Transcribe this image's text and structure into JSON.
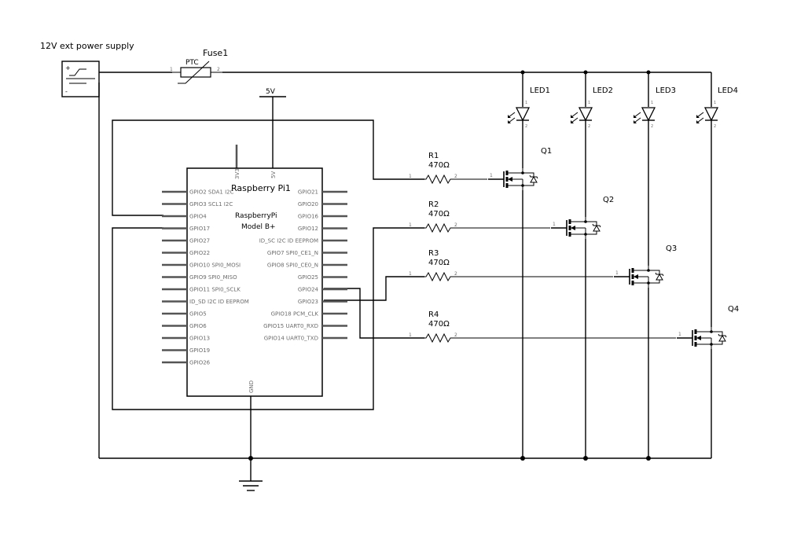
{
  "power_supply": {
    "label": "12V ext power supply",
    "plus": "+",
    "minus": "-"
  },
  "fuse": {
    "name": "Fuse1",
    "type": "PTC",
    "pin1": "1",
    "pin2": "2"
  },
  "supply_5v": {
    "label": "5V"
  },
  "rpi": {
    "name": "Raspberry Pi1",
    "subtitle": "RaspberryPi",
    "model": "Model B+",
    "pin_3v3": "3V3",
    "pin_5v": "5V",
    "pin_gnd": "GND",
    "left_pins": [
      "GPIO2 SDA1 I2C",
      "GPIO3 SCL1 I2C",
      "GPIO4",
      "GPIO17",
      "GPIO27",
      "GPIO22",
      "GPIO10 SPI0_MOSI",
      "GPIO9 SPI0_MISO",
      "GPIO11 SPI0_SCLK",
      "ID_SD I2C ID EEPROM",
      "GPIO5",
      "GPIO6",
      "GPIO13",
      "GPIO19",
      "GPIO26"
    ],
    "right_pins": [
      "GPIO21",
      "GPIO20",
      "GPIO16",
      "GPIO12",
      "ID_SC I2C ID EEPROM",
      "GPIO7 SPI0_CE1_N",
      "GPIO8 SPI0_CE0_N",
      "GPIO25",
      "GPIO24",
      "GPIO23",
      "GPIO18 PCM_CLK",
      "GPIO15 UART0_RXD",
      "GPIO14 UART0_TXD"
    ]
  },
  "resistors": [
    {
      "name": "R1",
      "value": "470Ω",
      "pin1": "1",
      "pin2": "2"
    },
    {
      "name": "R2",
      "value": "470Ω",
      "pin1": "1",
      "pin2": "2"
    },
    {
      "name": "R3",
      "value": "470Ω",
      "pin1": "1",
      "pin2": "2"
    },
    {
      "name": "R4",
      "value": "470Ω",
      "pin1": "1",
      "pin2": "2"
    }
  ],
  "transistors": [
    {
      "name": "Q1",
      "gate": "1"
    },
    {
      "name": "Q2",
      "gate": "1"
    },
    {
      "name": "Q3",
      "gate": "1"
    },
    {
      "name": "Q4",
      "gate": "1"
    }
  ],
  "leds": [
    {
      "name": "LED1",
      "pin1": "1",
      "pin2": "2"
    },
    {
      "name": "LED2",
      "pin1": "1",
      "pin2": "2"
    },
    {
      "name": "LED3",
      "pin1": "1",
      "pin2": "2"
    },
    {
      "name": "LED4",
      "pin1": "1",
      "pin2": "2"
    }
  ],
  "colors": {
    "wire": "#000000",
    "pin_stub": "#555555",
    "pin_text": "#6d6d6d"
  }
}
